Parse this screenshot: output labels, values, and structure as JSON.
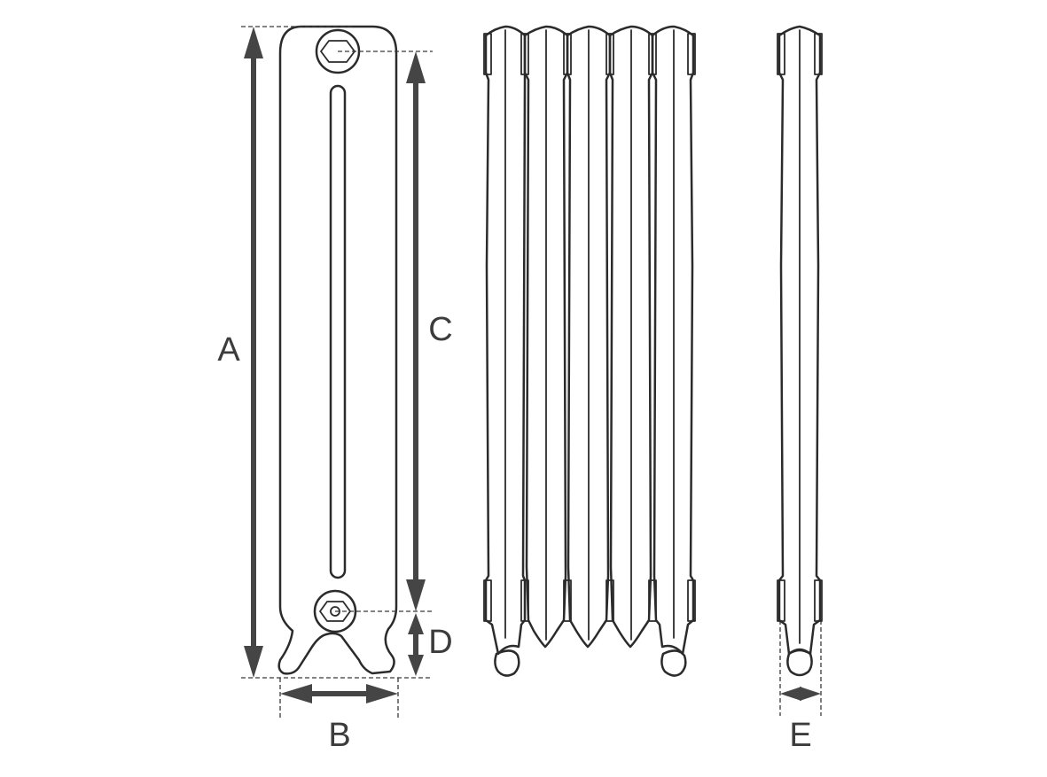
{
  "dimension_labels": {
    "height": "A",
    "width": "B",
    "connection_centres": "C",
    "foot_to_lower_connection": "D",
    "depth": "E"
  },
  "colors": {
    "line": "#2b2b2b",
    "dimension": "#454545",
    "background": "#ffffff"
  },
  "views": [
    "front-view",
    "multi-section-side-view",
    "single-section-side-view"
  ]
}
